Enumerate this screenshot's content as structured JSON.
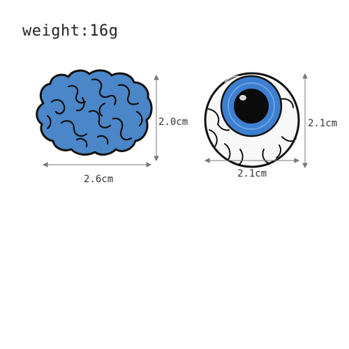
{
  "weight_label": "weight:16g",
  "brain": {
    "width_label": "2.6cm",
    "height_label": "2.0cm",
    "fill_color": "#4a86c8",
    "outline_color": "#111111"
  },
  "eyeball": {
    "width_label": "2.1cm",
    "height_label": "2.1cm",
    "iris_color": "#3d7fd0",
    "pupil_color": "#0b0b0b",
    "sclera_color": "#f8f8f8"
  },
  "dimension_line_color": "#777777"
}
